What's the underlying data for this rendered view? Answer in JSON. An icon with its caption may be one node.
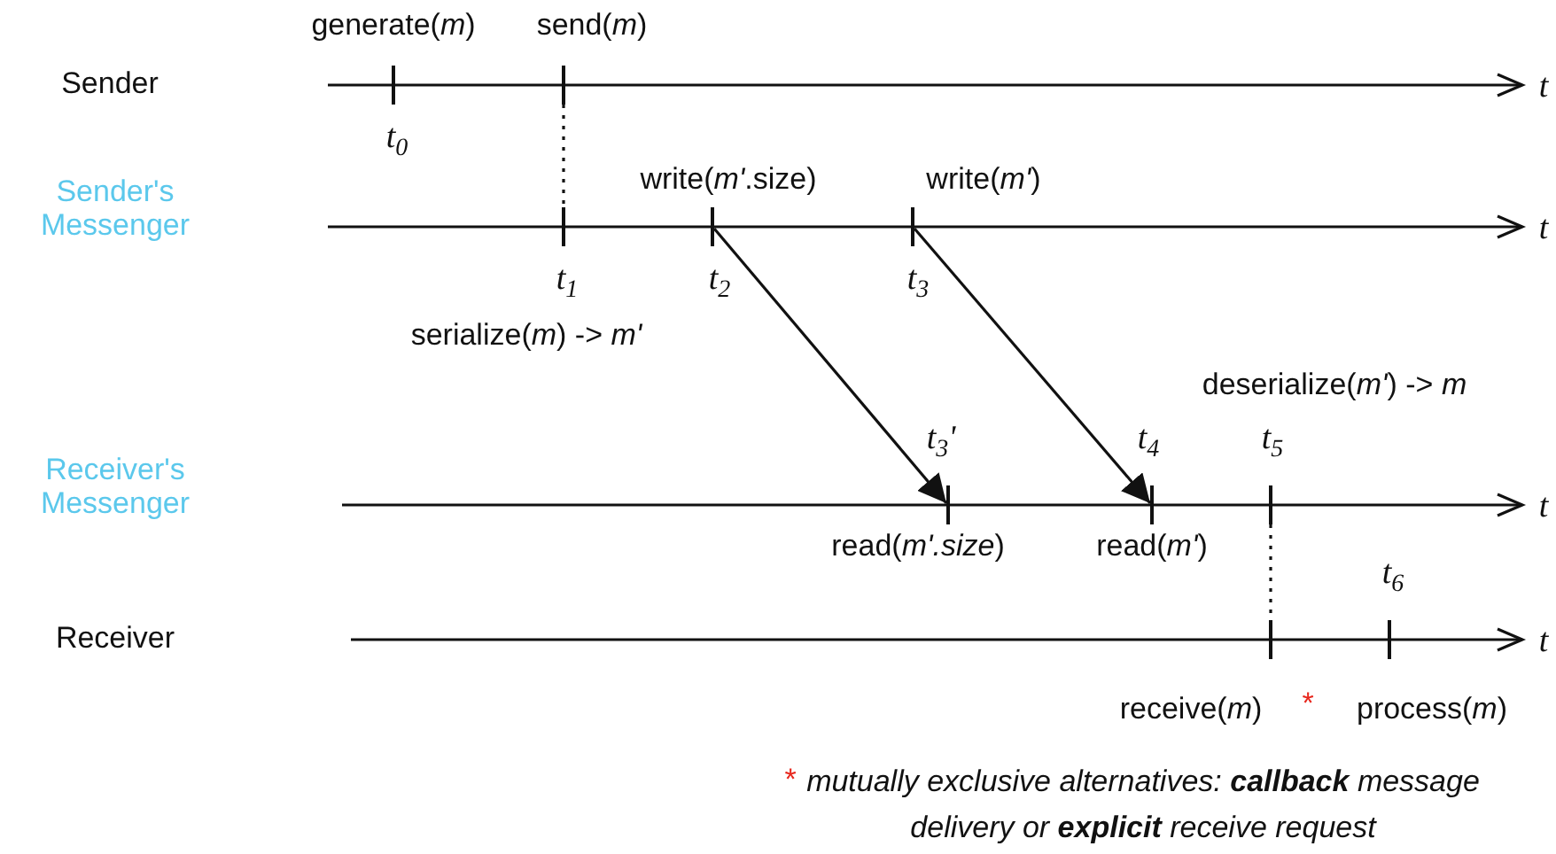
{
  "diagram": {
    "nodes": [
      {
        "text": [],
        "shape": "bar",
        "beside": [
          "generate(*m*)",
          "t$_{0}$"
        ]
      },
      {
        "text": [],
        "shape": "bar",
        "beside": [
          "send(*m*)"
        ]
      },
      {
        "text": [],
        "shape": "bar",
        "beside": [
          "t$_{1}$",
          "serialize(*m*) ->  *m'*"
        ]
      },
      {
        "text": [],
        "shape": "bar",
        "beside": [
          "write(*m'*.size)",
          "t$_{2}$"
        ]
      },
      {
        "text": [],
        "shape": "bar",
        "beside": [
          "write(*m'*)",
          "t$_{3}$"
        ]
      },
      {
        "text": [],
        "shape": "bar",
        "beside": [
          "t$_{3}$'",
          "read(*m'.size*)"
        ]
      },
      {
        "text": [],
        "shape": "bar",
        "beside": [
          "t$_{4}$",
          "read(*m'*)"
        ]
      },
      {
        "text": [],
        "shape": "bar",
        "beside": [
          "deserialize(*m'*) -> *m*",
          "t$_{5}$"
        ]
      },
      {
        "text": [],
        "shape": "bar",
        "beside": [
          "receive(*m*)"
        ]
      },
      {
        "text": [],
        "shape": "bar",
        "beside": [
          "t$_{6}$",
          "process(*m*)"
        ]
      }
    ],
    "edges": [
      {
        "from": 1,
        "to": 2,
        "arrow": "none",
        "style": "dashed"
      },
      {
        "from": 3,
        "to": 5,
        "arrow": "to"
      },
      {
        "from": 4,
        "to": 6,
        "arrow": "to"
      },
      {
        "from": 7,
        "to": 8,
        "arrow": "none",
        "style": "dashed"
      }
    ],
    "labels": [
      "Sender",
      "t",
      "Sender's Messenger",
      "t",
      "Receiver's Messenger",
      "t",
      "Receiver",
      "t",
      "*",
      "*",
      "mutually exclusive alternatives: **callback** message delivery or **explicit** receive request"
    ]
  }
}
